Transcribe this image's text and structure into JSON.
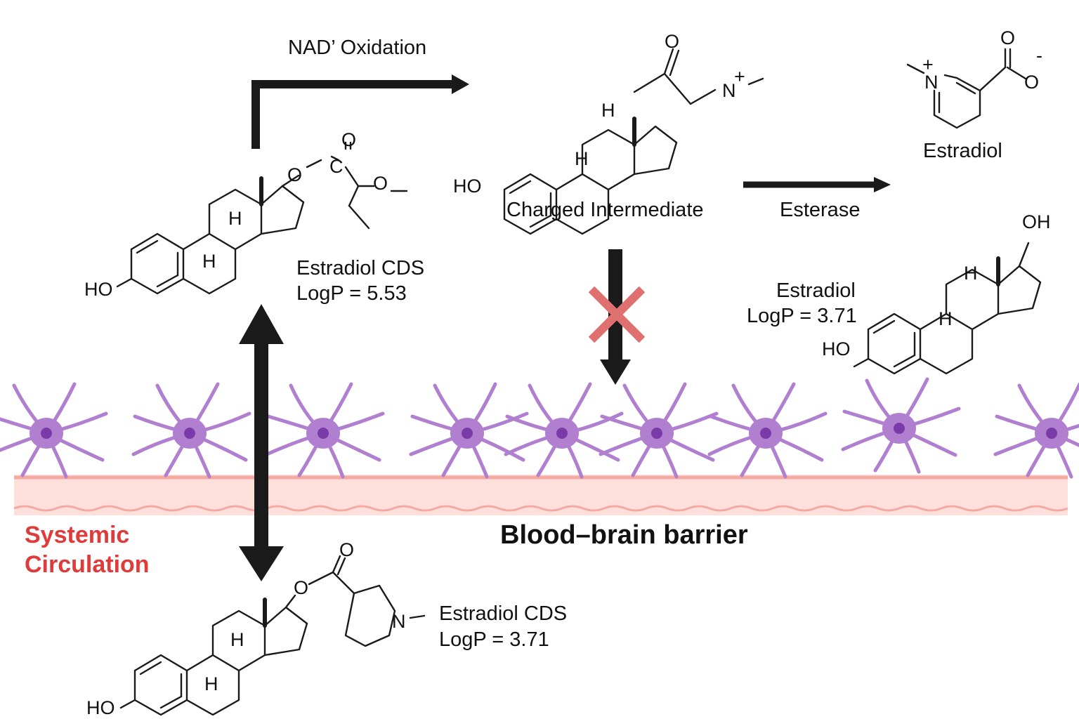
{
  "figure": {
    "process_top": "NAD’ Oxidation",
    "process_right": "Esterase",
    "barrier_label": "Blood–brain barrier",
    "region_label_line1": "Systemic",
    "region_label_line2": "Circulation",
    "blocked_marker": "blocked-cross"
  },
  "molecules": {
    "cds_top": {
      "name": "Estradiol CDS",
      "logp": "LogP = 5.53"
    },
    "intermediate": {
      "name": "Charged Intermediate"
    },
    "trigonelline": {
      "name": "Estradiol"
    },
    "estradiol_right": {
      "name": "Estradiol",
      "logp": "LogP = 3.71"
    },
    "cds_bottom": {
      "name": "Estradiol CDS",
      "logp": "LogP = 3.71"
    }
  },
  "atoms": {
    "oh": "HO",
    "ho_right": "OH",
    "h": "H",
    "o": "O",
    "c": "C",
    "n": "N",
    "nplus": "N",
    "plus": "+",
    "minus": "-",
    "dash": "–"
  },
  "colors": {
    "cell": "#b07fd0",
    "nucleus": "#7a3aa8",
    "barrier_band": "#fde0dc",
    "barrier_line": "#f4a9a3",
    "cross": "#e07070",
    "region_label": "#e03b3b",
    "arrow": "#1a1a1a"
  }
}
